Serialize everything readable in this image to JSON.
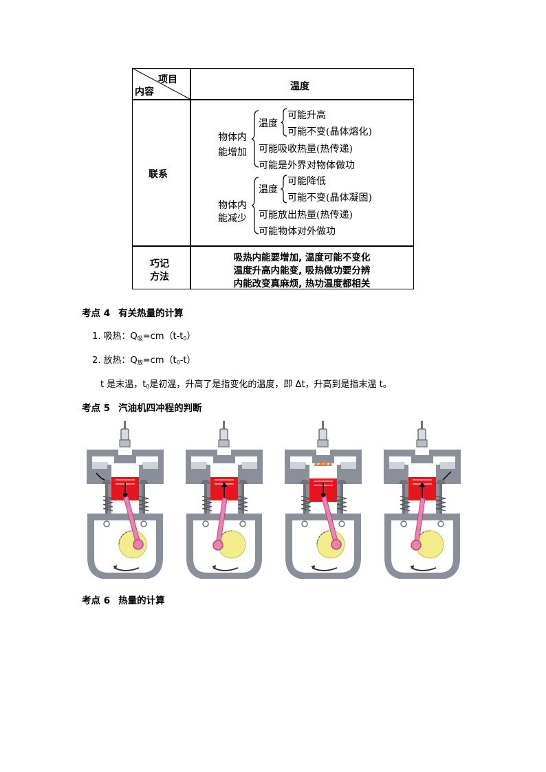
{
  "table": {
    "header_item": "项目",
    "header_content": "内容",
    "header_temperature": "温度",
    "row1_label": "联系",
    "row2_label_line1": "巧记",
    "row2_label_line2": "方法",
    "increase": {
      "group_line1": "物体内",
      "group_line2": "能增加",
      "temp_label": "温度",
      "temp_option1": "可能升高",
      "temp_option2": "可能不变(晶体熔化)",
      "option3": "可能吸收热量(热传递)",
      "option4": "可能是外界对物体做功"
    },
    "decrease": {
      "group_line1": "物体内",
      "group_line2": "能减少",
      "temp_label": "温度",
      "temp_option1": "可能降低",
      "temp_option2": "可能不变(晶体凝固)",
      "option3": "可能放出热量(热传递)",
      "option4": "可能物体对外做功"
    },
    "mnemonic": [
      "吸热内能要增加, 温度可能不变化",
      "温度升高内能变, 吸热做功要分辨",
      "内能改变真麻烦, 热功温度都相关"
    ]
  },
  "section4": {
    "num": "考点 4",
    "title": "有关热量的计算",
    "item1_prefix": "1. 吸热：Q",
    "item1_sub": "吸",
    "item1_mid": "=cm（t-t",
    "item1_sub2": "0",
    "item1_end": "）",
    "item2_prefix": "2. 放热：Q",
    "item2_sub": "放",
    "item2_mid": "=cm（t",
    "item2_sub2": "0",
    "item2_end": "-t）",
    "note_part1": "t 是末温，t",
    "note_sub": "0",
    "note_part2": "是初温，升高了是指变化的温度，即 Δt，升高到是指末温 t。"
  },
  "section5": {
    "num": "考点 5",
    "title": "汽油机四冲程的判断"
  },
  "section6": {
    "num": "考点 6",
    "title": "热量的计算"
  },
  "colors": {
    "engine_body": "#8a8f99",
    "piston_red": "#e8141e",
    "rod_pink": "#ef7fb0",
    "crank_yellow": "#f3ec8a"
  }
}
